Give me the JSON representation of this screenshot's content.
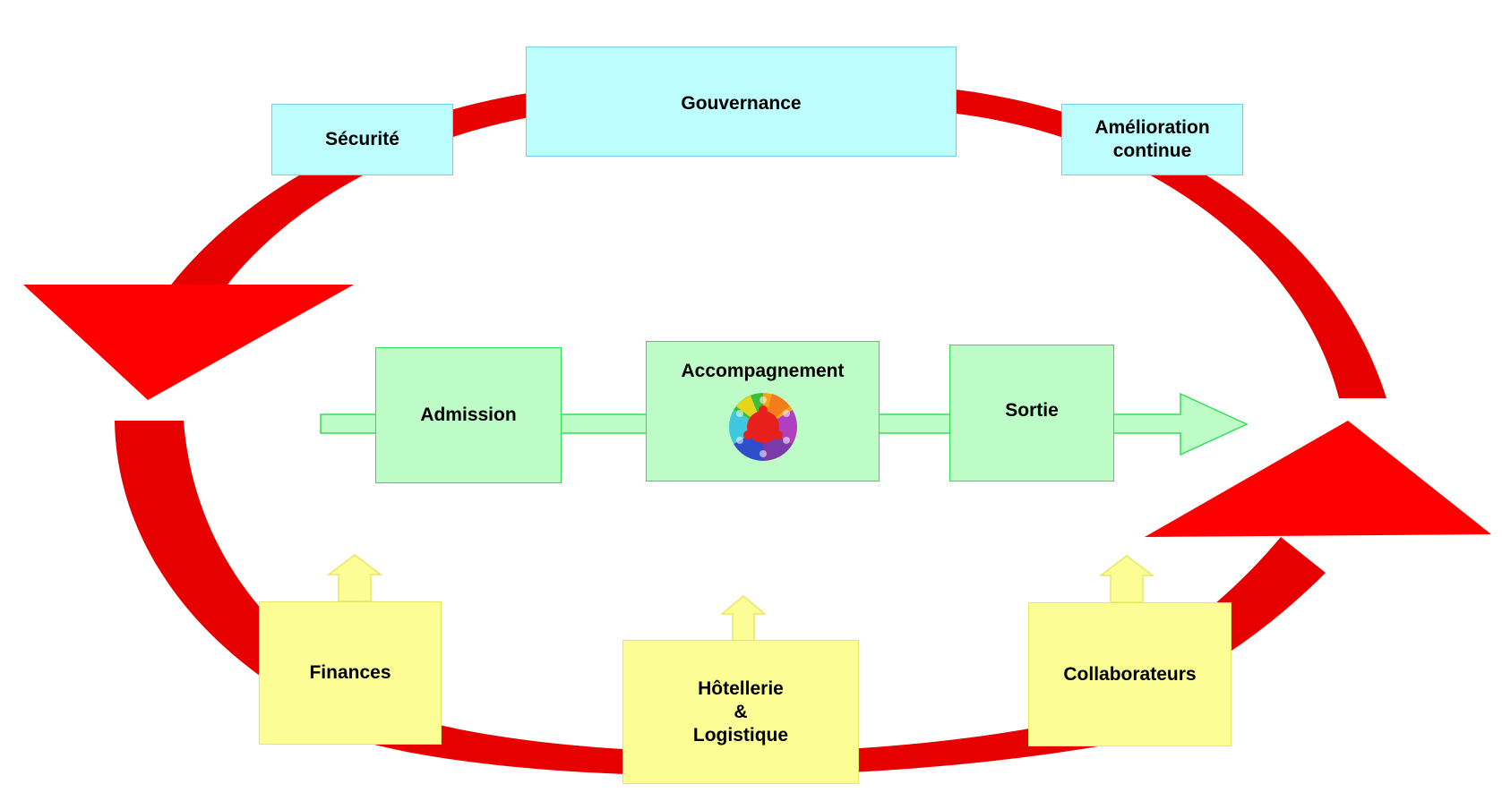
{
  "colors": {
    "cycle_arrow": "#e60000",
    "cycle_arrow_head": "#ff0000",
    "governance_fill": "#bdfdfd",
    "governance_border": "#6fd2ea",
    "process_fill": "#bdfcc6",
    "process_border": "#33dd55",
    "support_fill": "#fdfd96",
    "support_border": "#e8e860"
  },
  "governance_boxes": {
    "securite": {
      "label": "Sécurité"
    },
    "gouvernance": {
      "label": "Gouvernance"
    },
    "amelioration": {
      "lines": [
        "Amélioration",
        "continue"
      ]
    }
  },
  "process_boxes": {
    "admission": {
      "label": "Admission"
    },
    "accompagnement": {
      "label": "Accompagnement",
      "icon": "puzzle-circle-icon"
    },
    "sortie": {
      "label": "Sortie"
    }
  },
  "support_boxes": {
    "finances": {
      "label": "Finances"
    },
    "hotellerie": {
      "lines": [
        "Hôtellerie",
        "&",
        "Logistique"
      ]
    },
    "collaborateurs": {
      "label": "Collaborateurs"
    }
  }
}
